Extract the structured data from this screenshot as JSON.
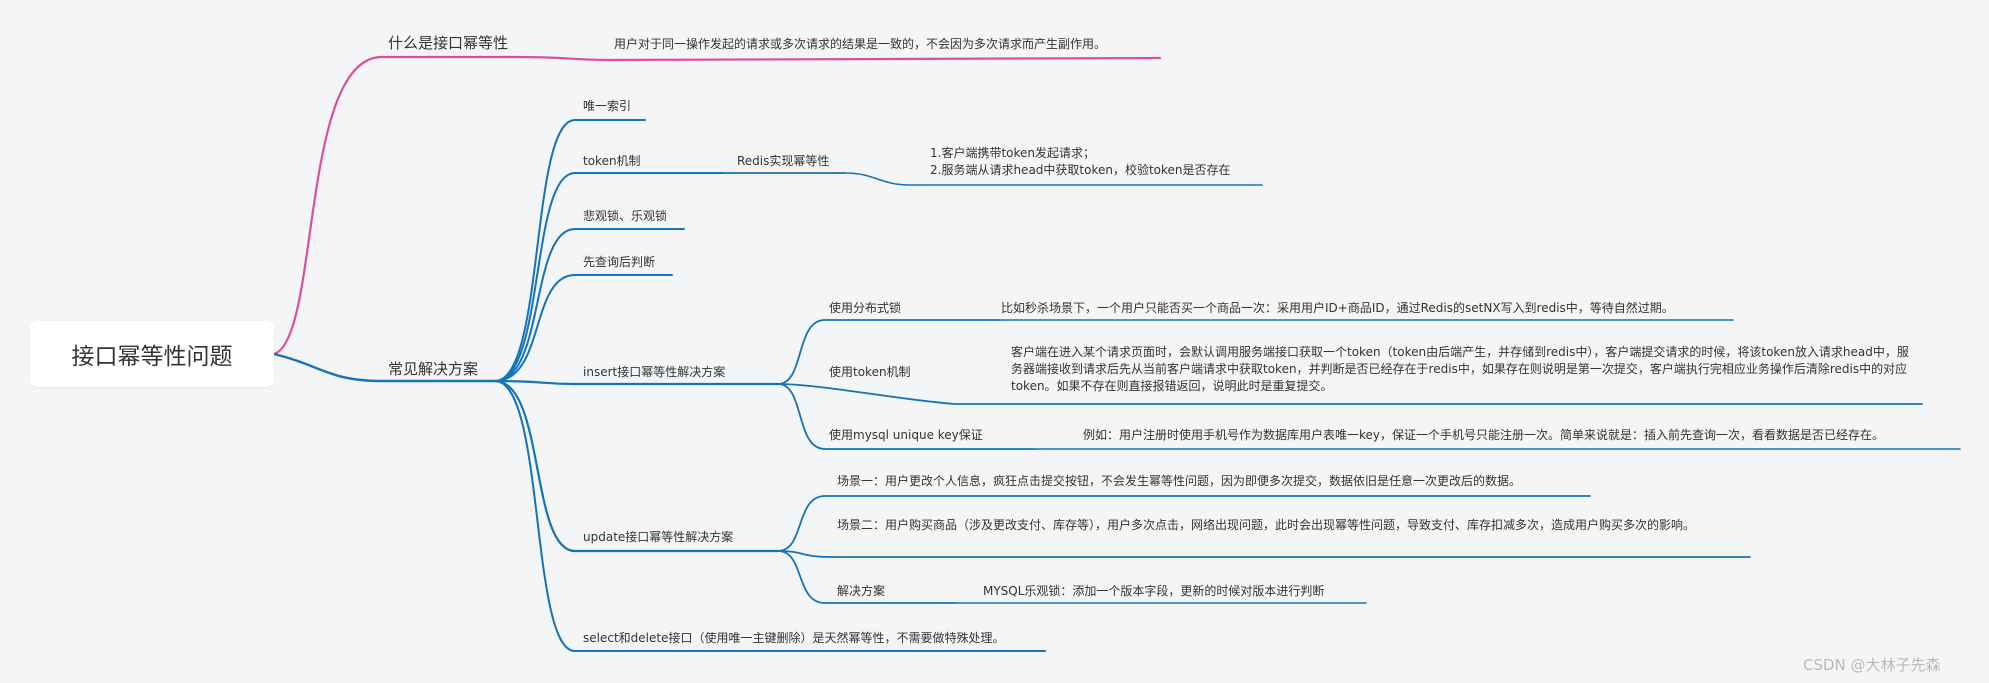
{
  "root": {
    "title": "接口幂等性问题"
  },
  "definition": {
    "label": "什么是接口幂等性",
    "description": "用户对于同一操作发起的请求或多次请求的结果是一致的，不会因为多次请求而产生副作用。"
  },
  "solutions": {
    "label": "常见解决方案",
    "unique_index": "唯一索引",
    "token": {
      "label": "token机制",
      "redis": "Redis实现幂等性",
      "step1": "1.客户端携带token发起请求；",
      "step2": "2.服务端从请求head中获取token，校验token是否存在"
    },
    "locks": "悲观锁、乐观锁",
    "query_first": "先查询后判断",
    "insert": {
      "label": "insert接口幂等性解决方案",
      "distributed_lock": {
        "label": "使用分布式锁",
        "detail": "比如秒杀场景下，一个用户只能否买一个商品一次：采用用户ID+商品ID，通过Redis的setNX写入到redis中，等待自然过期。"
      },
      "token": {
        "label": "使用token机制",
        "detail": "客户端在进入某个请求页面时，会默认调用服务端接口获取一个token（token由后端产生，并存储到redis中），客户端提交请求的时候，将该token放入请求head中，服务器端接收到请求后先从当前客户端请求中获取token，并判断是否已经存在于redis中，如果存在则说明是第一次提交，客户端执行完相应业务操作后清除redis中的对应token。如果不存在则直接报错返回，说明此时是重复提交。"
      },
      "unique_key": {
        "label": "使用mysql unique key保证",
        "detail": "例如：用户注册时使用手机号作为数据库用户表唯一key，保证一个手机号只能注册一次。简单来说就是：插入前先查询一次，看看数据是否已经存在。"
      }
    },
    "update": {
      "label": "update接口幂等性解决方案",
      "scenario1": "场景一：用户更改个人信息，疯狂点击提交按钮，不会发生幂等性问题，因为即便多次提交，数据依旧是任意一次更改后的数据。",
      "scenario2": "场景二：用户购买商品（涉及更改支付、库存等），用户多次点击，网络出现问题，此时会出现幂等性问题，导致支付、库存扣减多次，造成用户购买多次的影响。",
      "solution": {
        "label": "解决方案",
        "detail": "MYSQL乐观锁：添加一个版本字段，更新的时候对版本进行判断"
      }
    },
    "select_delete": "select和delete接口（使用唯一主键删除）是天然幂等性，不需要做特殊处理。"
  },
  "watermark": "CSDN @大林子先森",
  "colors": {
    "blue": "#1573b8",
    "pink": "#d94f9c"
  }
}
